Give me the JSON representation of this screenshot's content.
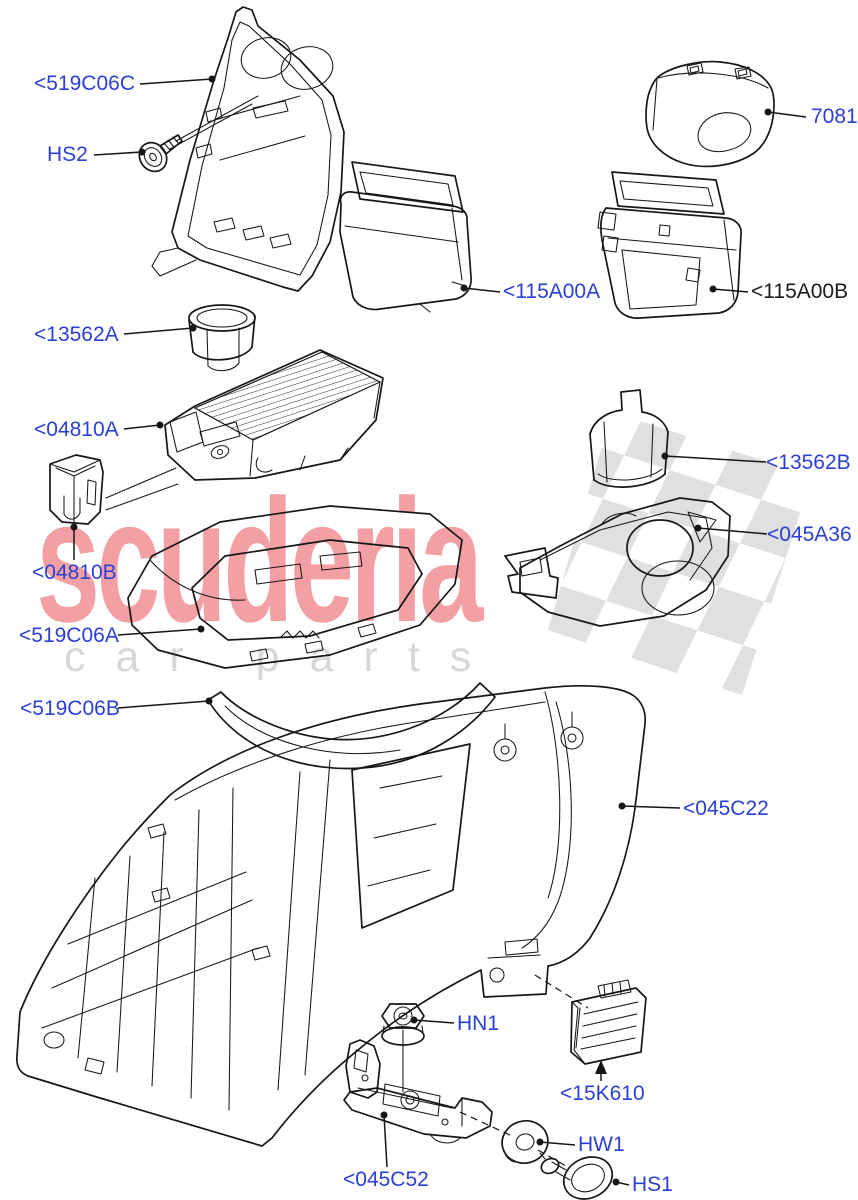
{
  "watermark": {
    "brand_text": "scuderia",
    "sub_text": "car parts",
    "brand_color": "#f2a0a4",
    "sub_color": "#d7d7d7",
    "flag_color": "#e0e0e0"
  },
  "colors": {
    "label_blue": "#2a3fd6",
    "label_dark": "#1c1c1c",
    "art_line": "#161616"
  },
  "labels": [
    {
      "id": "519C06C",
      "text": "<519C06C",
      "tone": "blue"
    },
    {
      "id": "HS2",
      "text": "HS2",
      "tone": "blue"
    },
    {
      "id": "7081",
      "text": "7081",
      "tone": "blue"
    },
    {
      "id": "115A00A",
      "text": "<115A00A",
      "tone": "blue"
    },
    {
      "id": "115A00B",
      "text": "<115A00B",
      "tone": "dark"
    },
    {
      "id": "13562A",
      "text": "<13562A",
      "tone": "blue"
    },
    {
      "id": "04810A",
      "text": "<04810A",
      "tone": "blue"
    },
    {
      "id": "13562B",
      "text": "<13562B",
      "tone": "blue"
    },
    {
      "id": "045A36",
      "text": "<045A36",
      "tone": "blue"
    },
    {
      "id": "04810B",
      "text": "<04810B",
      "tone": "blue"
    },
    {
      "id": "519C06A",
      "text": "<519C06A",
      "tone": "blue"
    },
    {
      "id": "519C06B",
      "text": "<519C06B",
      "tone": "blue"
    },
    {
      "id": "045C22",
      "text": "<045C22",
      "tone": "blue"
    },
    {
      "id": "HN1",
      "text": "HN1",
      "tone": "blue"
    },
    {
      "id": "15K610",
      "text": "<15K610",
      "tone": "blue"
    },
    {
      "id": "045C52",
      "text": "<045C52",
      "tone": "blue"
    },
    {
      "id": "HW1",
      "text": "HW1",
      "tone": "blue"
    },
    {
      "id": "HS1",
      "text": "HS1",
      "tone": "blue"
    }
  ]
}
